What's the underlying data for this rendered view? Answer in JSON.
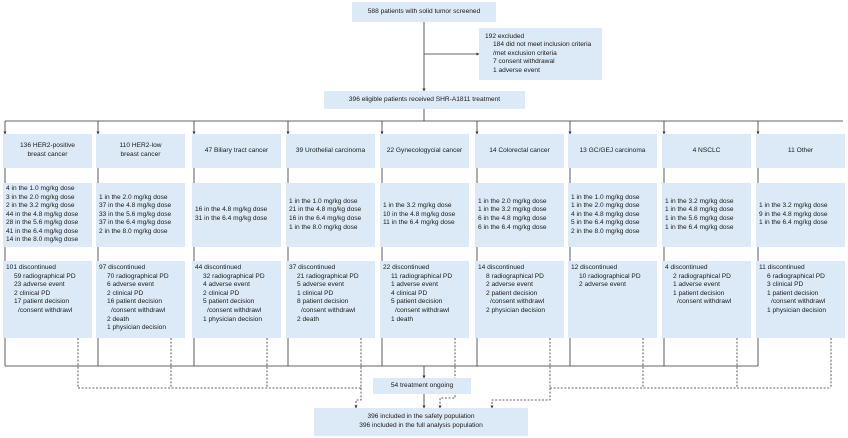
{
  "screened": "588 patients with solid tumor screened",
  "excluded": {
    "lines": [
      "192 excluded",
      "184 did not meet inclusion criteria",
      "/met exclusion criteria",
      "7 consent withdrawal",
      "1 adverse event"
    ]
  },
  "eligible": "396 eligible patients received SHR-A1811 treatment",
  "cohorts": [
    {
      "name": [
        "136 HER2-positive",
        "breast cancer"
      ],
      "doses": [
        "4 in the 1.0 mg/kg dose",
        "3 in the 2.0 mg/kg dose",
        "2 in the 3.2 mg/kg dose",
        "44 in the 4.8 mg/kg dose",
        "28 in the 5.6 mg/kg dose",
        "41 in the 6.4 mg/kg dose",
        "14 in the 8.0 mg/kg dose"
      ],
      "disc_title": "101 discontinued",
      "disc": [
        "59 radiographical PD",
        "23 adverse event",
        "2 clinical PD",
        "17 patient decision",
        "/consent withdrawl"
      ]
    },
    {
      "name": [
        "110 HER2-low",
        "breast cancer"
      ],
      "doses": [
        "1 in the 2.0 mg/kg dose",
        "37 in the 4.8 mg/kg dose",
        "33 in the 5.6 mg/kg dose",
        "37 in the 6.4 mg/kg dose",
        "2 in the 8.0 mg/kg dose"
      ],
      "disc_title": "97 discontinued",
      "disc": [
        "70 radiographical PD",
        "6 adverse event",
        "2 clinical PD",
        "16 patient decision",
        "/consent withdrawl",
        "2 death",
        "1 physician decision"
      ]
    },
    {
      "name": [
        "47 Biliary tract cancer"
      ],
      "doses": [
        "16 in the 4.8 mg/kg dose",
        "31 in the 6.4 mg/kg dose"
      ],
      "disc_title": "44 discontinued",
      "disc": [
        "32 radiographical PD",
        "4 adverse event",
        "2 clinical PD",
        "5 patient decision",
        "/consent withdrawl",
        "1 physician decision"
      ]
    },
    {
      "name": [
        "39 Urothelial carcinoma"
      ],
      "doses": [
        "1 in the 1.0 mg/kg dose",
        "21 in the 4.8 mg/kg dose",
        "16 in the 6.4 mg/kg dose",
        "1 in the 8.0 mg/kg dose"
      ],
      "disc_title": "37 discontinued",
      "disc": [
        "21 radiographical PD",
        "5 adverse event",
        "1 clinical PD",
        "8 patient decision",
        "/consent withdrawl",
        "2 death"
      ]
    },
    {
      "name": [
        "22 Gynecologycial cancer"
      ],
      "doses": [
        "1 in the 3.2 mg/kg dose",
        "10 in the 4.8 mg/kg dose",
        "11 in the 6.4 mg/kg dose"
      ],
      "disc_title": "22  discontinued",
      "disc": [
        "11 radiographical PD",
        "1 adverse event",
        "4 clinical PD",
        "5 patient decision",
        "/consent withdrawl",
        "1 death"
      ]
    },
    {
      "name": [
        "14 Colorectal cancer"
      ],
      "doses": [
        "1 in the 2.0 mg/kg dose",
        "1 in the 3.2 mg/kg dose",
        "6 in the 4.8 mg/kg dose",
        "6 in the 6.4 mg/kg dose"
      ],
      "disc_title": "14 discontinued",
      "disc": [
        "8 radiographical PD",
        "2 adverse event",
        "2 patient decision",
        "/consent withdrawl",
        "2 physician decision"
      ]
    },
    {
      "name": [
        "13 GC/GEJ carcinoma"
      ],
      "doses": [
        "1 in the 1.0 mg/kg dose",
        "1 in the 2.0 mg/kg dose",
        "4 in the 4.8 mg/kg dose",
        "5 in the 6.4 mg/kg dose",
        "2 in the 8.0 mg/kg dose"
      ],
      "disc_title": "12 discontinued",
      "disc": [
        "10 radiographical PD",
        "2 adverse event"
      ]
    },
    {
      "name": [
        "4 NSCLC"
      ],
      "doses": [
        "1 in the 3.2 mg/kg dose",
        "1 in the 4.8 mg/kg dose",
        "1 in the 5.6 mg/kg dose",
        "1 in the 6.4 mg/kg dose"
      ],
      "disc_title": "4  discontinued",
      "disc": [
        "2 radiographical PD",
        "1 adverse event",
        "1 patient decision",
        "/consent withdrawl"
      ]
    },
    {
      "name": [
        "11 Other"
      ],
      "doses": [
        "1 in the 3.2 mg/kg dose",
        "9 in the 4.8 mg/kg dose",
        "1 in the 6.4 mg/kg dose"
      ],
      "disc_title": "11 discontinued",
      "disc": [
        "6 radiographical PD",
        "3 clinical PD",
        "1 patient decision",
        "/consent withdrawl",
        "1 physician decision"
      ]
    }
  ],
  "ongoing": "54 treatment ongoing",
  "final": [
    "396 included in the safety population",
    "396 included in the full analysis population"
  ]
}
